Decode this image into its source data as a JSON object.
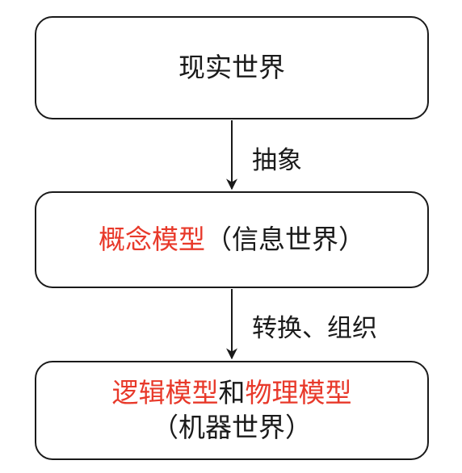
{
  "boxes": {
    "reality": {
      "text": "现实世界"
    },
    "conceptual": {
      "model": "概念模型",
      "note": "（信息世界）"
    },
    "logical_physical": {
      "logical": "逻辑模型",
      "and": "和",
      "physical": "物理模型",
      "note": "（机器世界）"
    }
  },
  "arrows": {
    "first": {
      "label": "抽象"
    },
    "second": {
      "label": "转换、组织"
    }
  },
  "colors": {
    "highlight": "#e8392a",
    "text": "#1a1a1a",
    "border": "#1a1a1a"
  }
}
